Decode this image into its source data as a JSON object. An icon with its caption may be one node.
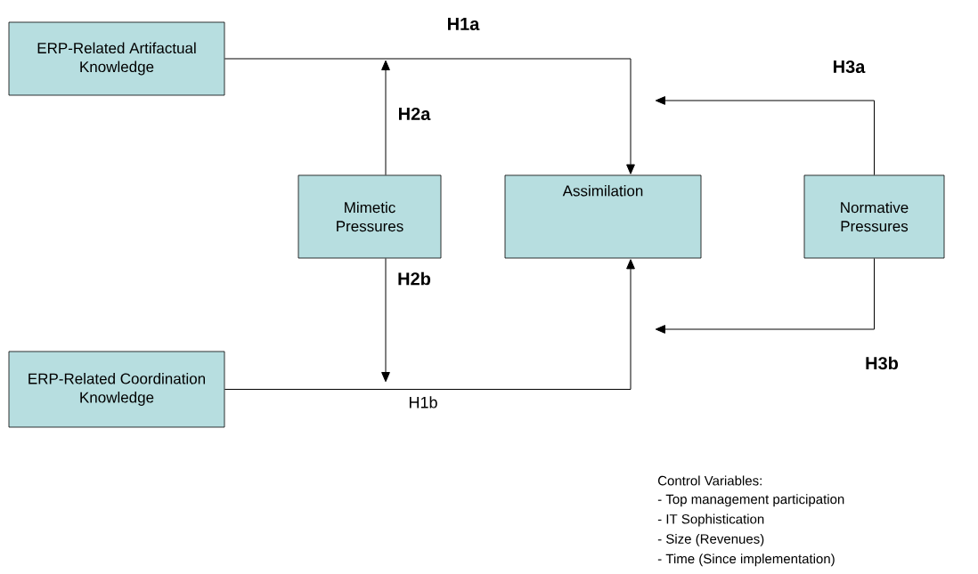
{
  "diagram": {
    "nodes": [
      {
        "text": [
          "ERP-Related Artifactual Knowledge"
        ]
      },
      {
        "text": [
          "Mimetic Pressures"
        ]
      },
      {
        "text": [
          "Assimilation"
        ]
      },
      {
        "text": [
          "Normative Pressures"
        ]
      },
      {
        "text": [
          "ERP-Related Coordination Knowledge"
        ]
      }
    ],
    "edges": [
      {
        "from": 0,
        "to": 2,
        "arrow": "to",
        "label": "H1a"
      },
      {
        "from": 1,
        "to": null,
        "arrow": "to",
        "label": "H2a"
      },
      {
        "from": 1,
        "to": null,
        "arrow": "to",
        "label": "H2b"
      },
      {
        "from": 4,
        "to": 2,
        "arrow": "to",
        "label": "H1b"
      },
      {
        "from": 3,
        "to": null,
        "arrow": "to",
        "label": "H3a"
      },
      {
        "from": 3,
        "to": null,
        "arrow": "to",
        "label": "H3b"
      }
    ],
    "labels": [
      "Control Variables:",
      "- Top management participation",
      "- IT Sophistication",
      "- Size (Revenues)",
      "- Time (Since implementation)"
    ]
  }
}
